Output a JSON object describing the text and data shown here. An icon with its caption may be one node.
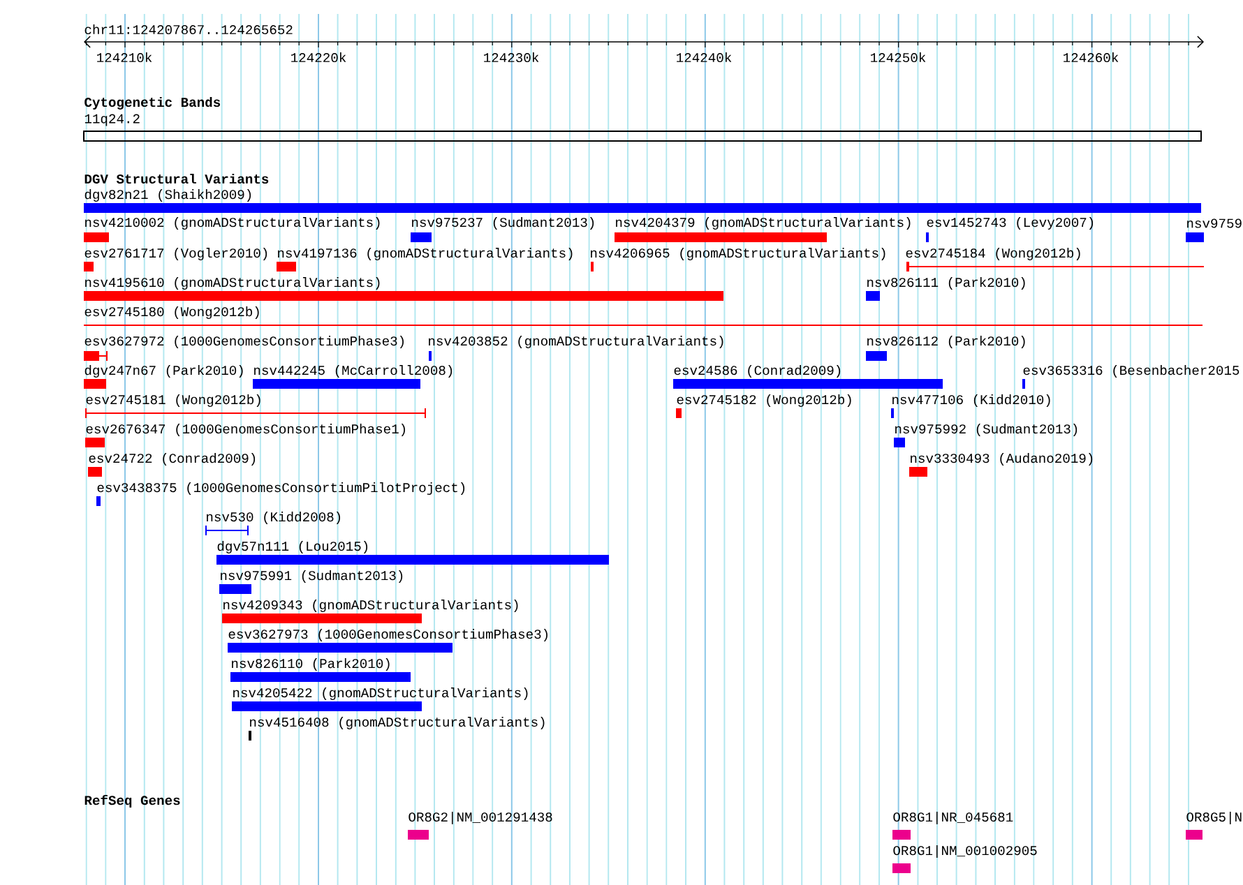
{
  "diagram": {
    "nodes": [
      {
        "text": [
          "dgv82n21 (Shaikh2009)"
        ]
      },
      {
        "text": [
          "nsv4210002 (gnomADStructuralVariants)"
        ]
      },
      {
        "text": [
          "nsv975237 (Sudmant2013)"
        ]
      },
      {
        "text": [
          "nsv4204379 (gnomADStructuralVariants)"
        ]
      },
      {
        "text": [
          "esv1452743 (Levy2007)"
        ]
      },
      {
        "text": [
          "nsv9759"
        ]
      },
      {
        "text": [
          "esv2761717 (Vogler2010)"
        ]
      },
      {
        "text": [
          "nsv4197136 (gnomADStructuralVariants)"
        ]
      },
      {
        "text": [
          "nsv4206965 (gnomADStructuralVariants)"
        ]
      },
      {
        "text": [
          "esv2745184 (Wong2012b)"
        ]
      },
      {
        "text": [
          "nsv4195610 (gnomADStructuralVariants)"
        ]
      },
      {
        "text": [
          "nsv826111 (Park2010)"
        ]
      },
      {
        "text": [
          "esv2745180 (Wong2012b)"
        ]
      },
      {
        "text": [
          "esv3627972 (1000GenomesConsortiumPhase3)"
        ]
      },
      {
        "text": [
          "nsv4203852 (gnomADStructuralVariants)"
        ]
      },
      {
        "text": [
          "nsv826112 (Park2010)"
        ]
      },
      {
        "text": [
          "dgv247n67 (Park2010)"
        ]
      },
      {
        "text": [
          "nsv442245 (McCarroll2008)"
        ]
      },
      {
        "text": [
          "esv24586 (Conrad2009)"
        ]
      },
      {
        "text": [
          "esv3653316 (Besenbacher2015"
        ]
      },
      {
        "text": [
          "esv2745181 (Wong2012b)"
        ]
      },
      {
        "text": [
          "esv2745182 (Wong2012b)"
        ]
      },
      {
        "text": [
          "nsv477106 (Kidd2010)"
        ]
      },
      {
        "text": [
          "esv2676347 (1000GenomesConsortiumPhase1)"
        ]
      },
      {
        "text": [
          "nsv975992 (Sudmant2013)"
        ]
      },
      {
        "text": [
          "esv24722 (Conrad2009)"
        ]
      },
      {
        "text": [
          "nsv3330493 (Audano2019)"
        ]
      },
      {
        "text": [
          "esv3438375 (1000GenomesConsortiumPilotProject)"
        ]
      },
      {
        "text": [
          "nsv530 (Kidd2008)"
        ]
      },
      {
        "text": [
          "dgv57n111 (Lou2015)"
        ]
      },
      {
        "text": [
          "nsv975991 (Sudmant2013)"
        ]
      },
      {
        "text": [
          "nsv4209343 (gnomADStructuralVariants)"
        ]
      },
      {
        "text": [
          "esv3627973 (1000GenomesConsortiumPhase3)"
        ]
      },
      {
        "text": [
          "nsv826110 (Park2010)"
        ]
      },
      {
        "text": [
          "nsv4205422 (gnomADStructuralVariants)"
        ]
      },
      {
        "text": [
          "nsv4516408 (gnomADStructuralVariants)"
        ]
      },
      {
        "text": [
          "OR8G2|NM_001291438"
        ]
      },
      {
        "text": [
          "OR8G1|NR_045681"
        ]
      },
      {
        "text": [
          "OR8G1|NM_001002905"
        ]
      },
      {
        "text": [
          "OR8G5|N"
        ]
      }
    ],
    "labels": [
      "chr11:124207867..124265652",
      "124210k",
      "124220k",
      "124230k",
      "124240k",
      "124250k",
      "124260k",
      "Cytogenetic Bands",
      "11q24.2",
      "DGV Structural Variants",
      "RefSeq Genes"
    ]
  }
}
